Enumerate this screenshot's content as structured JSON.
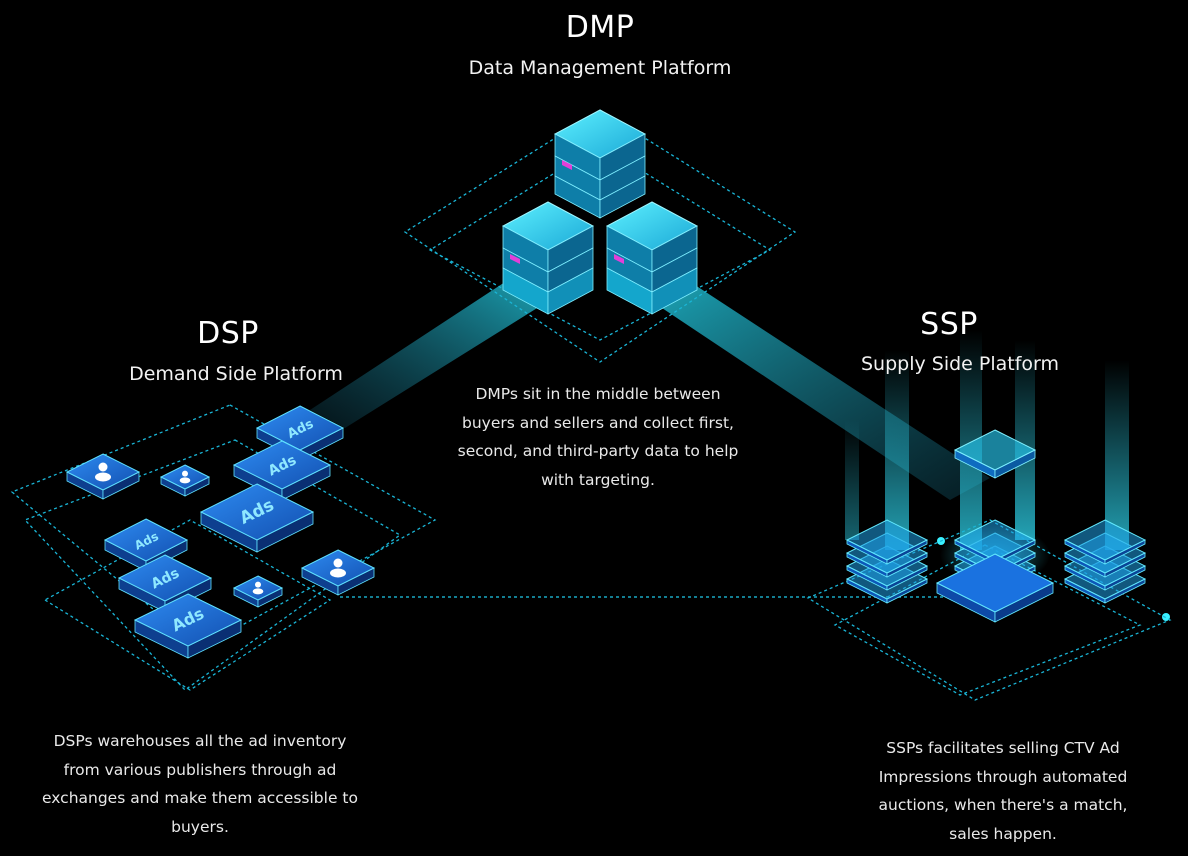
{
  "colors": {
    "background": "#000000",
    "cyan": "#1fd8f0",
    "blue": "#1a6fe0",
    "magenta": "#e23fd8",
    "text": "#ffffff"
  },
  "dmp": {
    "title": "DMP",
    "subtitle": "Data Management Platform",
    "description": "DMPs sit in the middle between buyers and sellers and collect first, second, and third-party data to help with targeting."
  },
  "dsp": {
    "title": "DSP",
    "subtitle": "Demand Side Platform",
    "description": "DSPs warehouses all the ad inventory from various publishers through ad exchanges and make them accessible to buyers.",
    "ad_tile_label": "Ads",
    "icons": [
      "user-icon",
      "user-icon",
      "user-icon",
      "user-icon"
    ]
  },
  "ssp": {
    "title": "SSP",
    "subtitle": "Supply Side Platform",
    "description": "SSPs facilitates selling CTV Ad Impressions through automated auctions, when there's a match, sales happen."
  }
}
